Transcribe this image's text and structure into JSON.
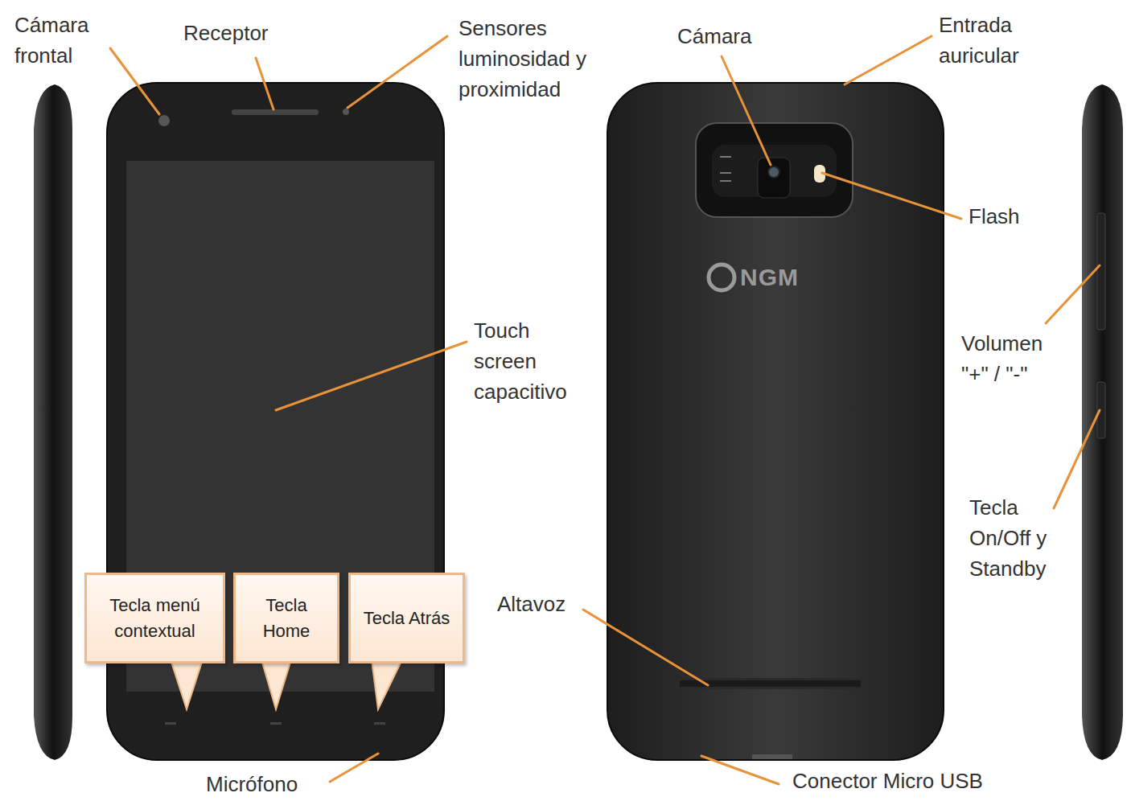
{
  "diagram": {
    "nodes": [
      {
        "text": [
          "Tecla menú contextual"
        ]
      },
      {
        "text": [
          "Tecla Home"
        ]
      },
      {
        "text": [
          "Tecla Atrás"
        ]
      }
    ],
    "labels": [
      "Cámara frontal",
      "Receptor",
      "Sensores luminosidad y proximidad",
      "Touch screen capacitivo",
      "Micrófono",
      "Cámara",
      "Entrada auricular",
      "Flash",
      "Volumen \"+\" / \"-\"",
      "Tecla On/Off y Standby",
      "Altavoz",
      "Conector Micro USB",
      "NGM"
    ]
  }
}
